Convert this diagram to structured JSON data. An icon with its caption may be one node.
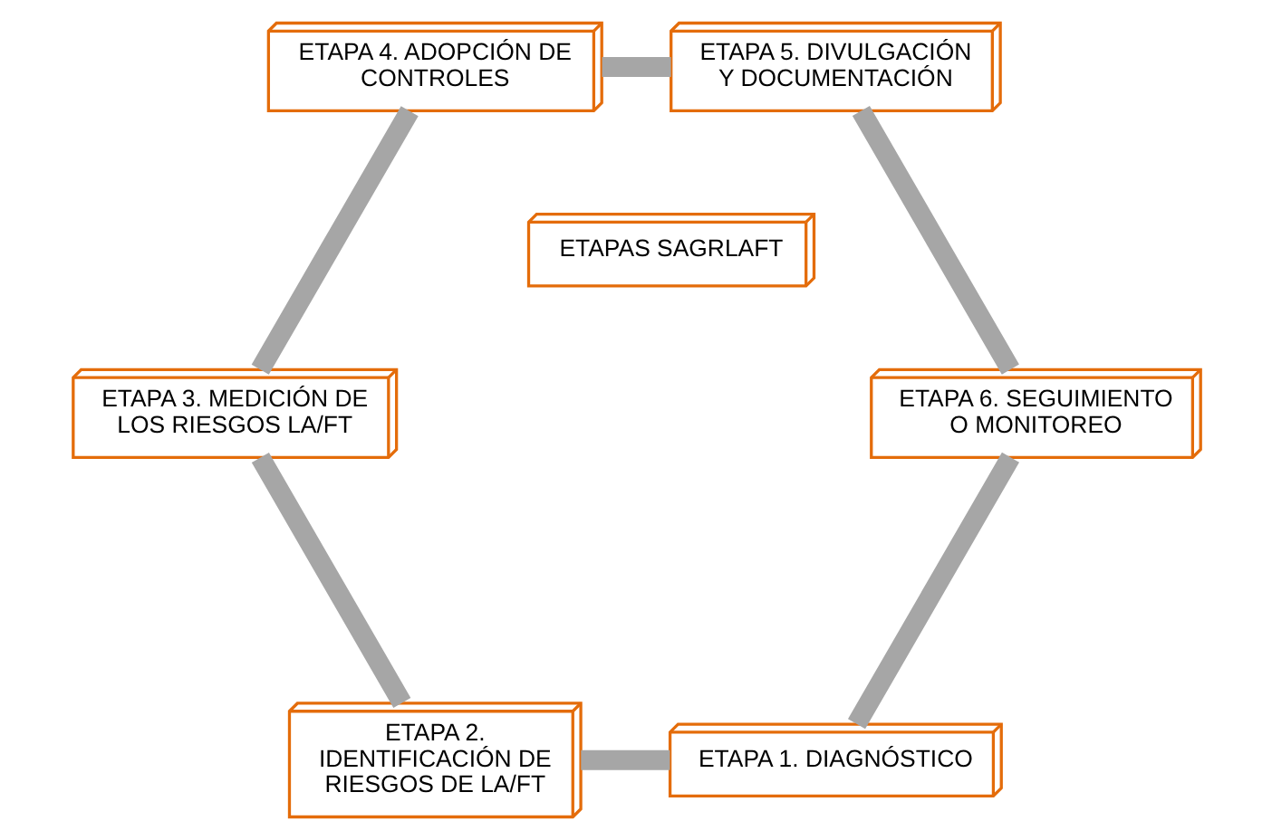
{
  "diagram": {
    "nodes": [
      {
        "text": [
          "ETAPA 1. DIAGNÓSTICO"
        ]
      },
      {
        "text": [
          "ETAPA 2. IDENTIFICACIÓN DE RIESGOS DE LA/FT"
        ]
      },
      {
        "text": [
          "ETAPA 3. MEDICIÓN DE LOS RIESGOS LA/FT"
        ]
      },
      {
        "text": [
          "ETAPA 4. ADOPCIÓN DE CONTROLES"
        ]
      },
      {
        "text": [
          "ETAPA 5. DIVULGACIÓN Y DOCUMENTACIÓN"
        ]
      },
      {
        "text": [
          "ETAPA 6. SEGUIMIENTO O MONITOREO"
        ]
      },
      {
        "text": [
          "ETAPAS SAGRLAFT"
        ]
      }
    ],
    "edges": [
      {
        "from": 0,
        "to": 1,
        "arrow": "none"
      },
      {
        "from": 1,
        "to": 2,
        "arrow": "none"
      },
      {
        "from": 2,
        "to": 3,
        "arrow": "none"
      },
      {
        "from": 3,
        "to": 4,
        "arrow": "none"
      },
      {
        "from": 4,
        "to": 5,
        "arrow": "none"
      },
      {
        "from": 5,
        "to": 0,
        "arrow": "none"
      }
    ]
  }
}
